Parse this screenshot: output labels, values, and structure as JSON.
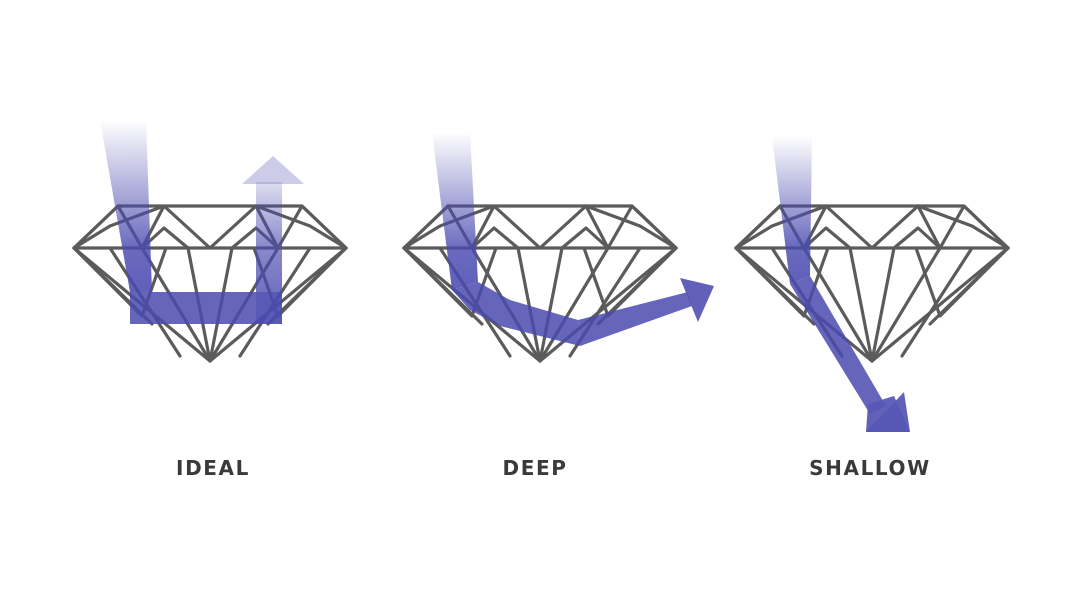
{
  "colors": {
    "light_path": "#4a4ab0",
    "diamond_outline": "#5b5b5b",
    "label_text": "#3a3a3a",
    "background": "#ffffff"
  },
  "diagrams": [
    {
      "label": "IDEAL",
      "icon": "diamond-icon"
    },
    {
      "label": "DEEP",
      "icon": "diamond-icon"
    },
    {
      "label": "SHALLOW",
      "icon": "diamond-icon"
    }
  ]
}
